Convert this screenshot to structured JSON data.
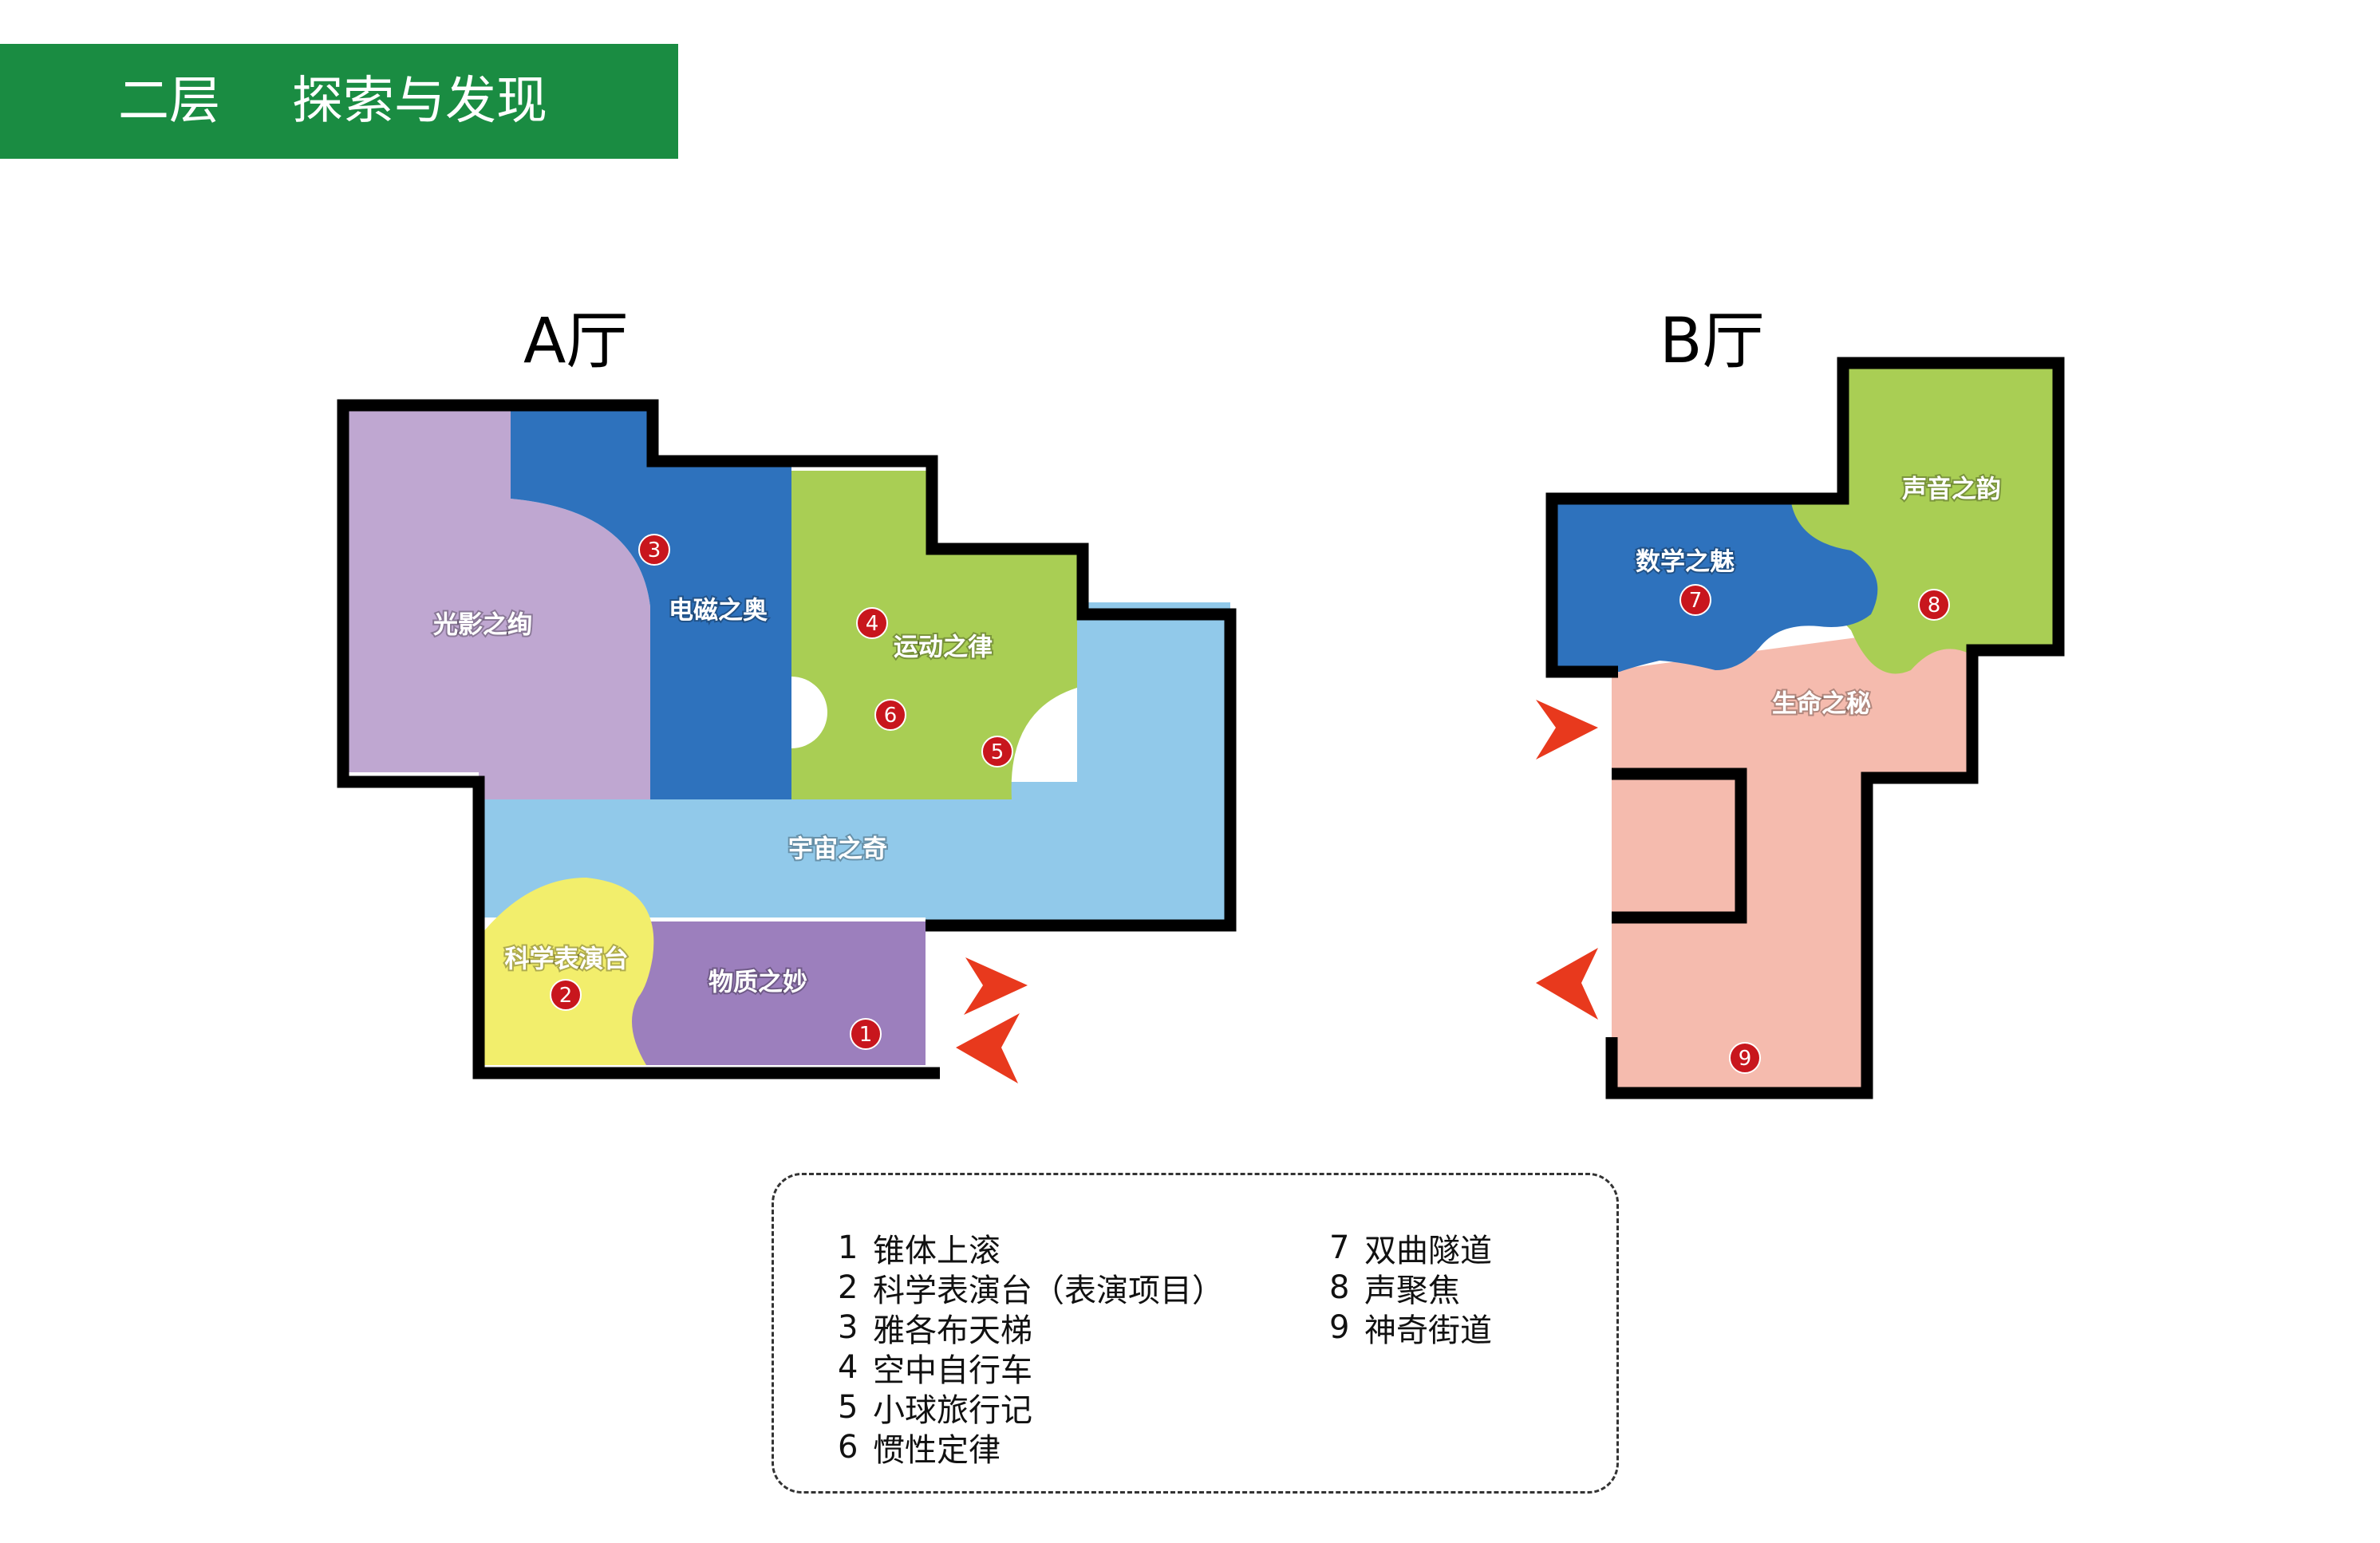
{
  "header": {
    "floor": "二层",
    "title": "探索与发现",
    "bg_color": "#1a8c42"
  },
  "halls": {
    "a": {
      "title": "A厅"
    },
    "b": {
      "title": "B厅"
    }
  },
  "zones": {
    "guangying": {
      "label": "光影之绚",
      "color": "#bfa7d1"
    },
    "dianci": {
      "label": "电磁之奥",
      "color": "#2e72bd"
    },
    "yundong": {
      "label": "运动之律",
      "color": "#a9ce54"
    },
    "yuzhou": {
      "label": "宇宙之奇",
      "color": "#91c9ea"
    },
    "kexue": {
      "label": "科学表演台",
      "color": "#f2ee6c"
    },
    "wuzhi": {
      "label": "物质之妙",
      "color": "#9c7fbd"
    },
    "shuxue": {
      "label": "数学之魅",
      "color": "#2e72bd"
    },
    "shengyin": {
      "label": "声音之韵",
      "color": "#a9ce54"
    },
    "shengming": {
      "label": "生命之秘",
      "color": "#f5bbae"
    }
  },
  "markers": {
    "m1": "1",
    "m2": "2",
    "m3": "3",
    "m4": "4",
    "m5": "5",
    "m6": "6",
    "m7": "7",
    "m8": "8",
    "m9": "9"
  },
  "marker_color": "#c8161d",
  "arrow_color": "#e8391d",
  "wall_color": "#000000",
  "legend": {
    "items": [
      {
        "num": "1",
        "label": "锥体上滚"
      },
      {
        "num": "2",
        "label": "科学表演台（表演项目）"
      },
      {
        "num": "3",
        "label": "雅各布天梯"
      },
      {
        "num": "4",
        "label": "空中自行车"
      },
      {
        "num": "5",
        "label": "小球旅行记"
      },
      {
        "num": "6",
        "label": "惯性定律"
      },
      {
        "num": "7",
        "label": "双曲隧道"
      },
      {
        "num": "8",
        "label": "声聚焦"
      },
      {
        "num": "9",
        "label": "神奇街道"
      }
    ]
  }
}
